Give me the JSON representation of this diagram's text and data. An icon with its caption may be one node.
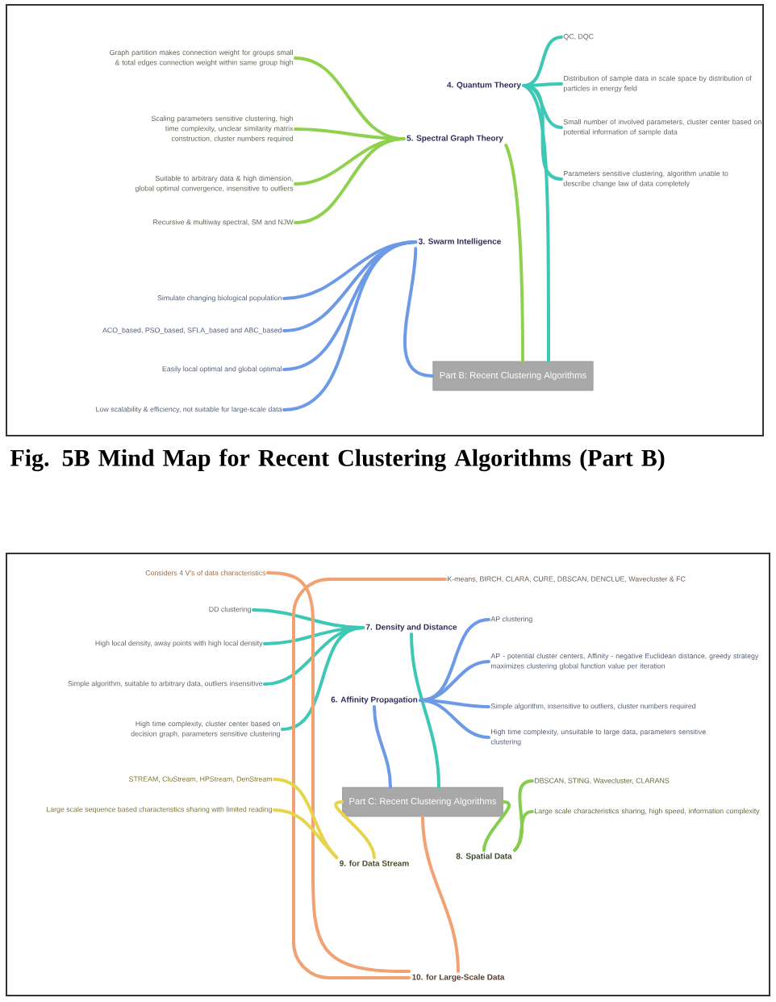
{
  "diagram": {
    "caption": "Fig. 5B Mind Map for Recent Clustering Algorithms (Part B)",
    "nodes": [
      {
        "text": [
          "Part B: Recent Clustering Algorithms"
        ]
      },
      {
        "text": [
          "4. Quantum Theory"
        ]
      },
      {
        "text": [
          "5. Spectral Graph Theory"
        ]
      },
      {
        "text": [
          "3. Swarm Intelligence"
        ]
      },
      {
        "text": [
          "QC, DQC"
        ]
      },
      {
        "text": [
          "Distribution of sample data in scale space by distribution of particles in energy field"
        ]
      },
      {
        "text": [
          "Small number of involved parameters, cluster center based on potential information of sample data"
        ]
      },
      {
        "text": [
          "Parameters sensitive clustering, algorithm unable to describe change law of data completely"
        ]
      },
      {
        "text": [
          "Graph partition makes connection weight for groups small & total edges connection weight within same group high"
        ]
      },
      {
        "text": [
          "Scaling parameters sensitive clustering, high time complexity, unclear similarity matrix construction, cluster numbers required"
        ]
      },
      {
        "text": [
          "Suitable to arbitrary data & high dimension, global optimal convergence, insensitive to outliers"
        ]
      },
      {
        "text": [
          "Recursive & multiway spectral, SM and NJW"
        ]
      },
      {
        "text": [
          "Simulate changing biological population"
        ]
      },
      {
        "text": [
          "ACO_based, PSO_based, SFLA_based and ABC_based"
        ]
      },
      {
        "text": [
          "Easily local optimal and global optimal"
        ]
      },
      {
        "text": [
          "Low scalability & efficiency, not suitable for large-scale data"
        ]
      },
      {
        "text": [
          "Part C: Recent Clustering Algorithms"
        ]
      },
      {
        "text": [
          "7. Density and Distance"
        ]
      },
      {
        "text": [
          "6. Affinity Propagation"
        ]
      },
      {
        "text": [
          "9. for Data Stream"
        ]
      },
      {
        "text": [
          "8. Spatial Data"
        ]
      },
      {
        "text": [
          "10. for Large-Scale Data"
        ]
      },
      {
        "text": [
          "DD clustering"
        ]
      },
      {
        "text": [
          "High local density, away points with high local density"
        ]
      },
      {
        "text": [
          "Simple algorithm, suitable to arbitrary data, outliers insensitive"
        ]
      },
      {
        "text": [
          "High time complexity, cluster center based on decision graph, parameters sensitive clustering"
        ]
      },
      {
        "text": [
          "AP clustering"
        ]
      },
      {
        "text": [
          "AP - potential cluster centers, Affinity - negative Euclidean distance, greedy strategy maximizes clustering global function value per iteration"
        ]
      },
      {
        "text": [
          "Simple algorithm, insensitive to outliers, cluster numbers required"
        ]
      },
      {
        "text": [
          "High time complexity, unsuitable to large data, parameters sensitive clustering"
        ]
      },
      {
        "text": [
          "Considers 4 V's of data characteristics"
        ]
      },
      {
        "text": [
          "K-means, BIRCH, CLARA, CURE, DBSCAN, DENCLUE, Wavecluster & FC"
        ]
      },
      {
        "text": [
          "STREAM, CluStream, HPStream, DenStream"
        ]
      },
      {
        "text": [
          "Large scale sequence based characteristics sharing with limited reading"
        ]
      },
      {
        "text": [
          "DBSCAN, STING, Wavecluster, CLARANS"
        ]
      },
      {
        "text": [
          "Large scale characteristics sharing, high speed, information complexity"
        ]
      }
    ],
    "edges": [
      {
        "from": 0,
        "to": 1,
        "arrow": "none",
        "color": "#3cc8b4"
      },
      {
        "from": 0,
        "to": 2,
        "arrow": "none",
        "color": "#8fd14f"
      },
      {
        "from": 0,
        "to": 3,
        "arrow": "none",
        "color": "#6c9ae6"
      },
      {
        "from": 1,
        "to": 4,
        "arrow": "none",
        "color": "#3cc8b4"
      },
      {
        "from": 1,
        "to": 5,
        "arrow": "none",
        "color": "#3cc8b4"
      },
      {
        "from": 1,
        "to": 6,
        "arrow": "none",
        "color": "#3cc8b4"
      },
      {
        "from": 1,
        "to": 7,
        "arrow": "none",
        "color": "#3cc8b4"
      },
      {
        "from": 2,
        "to": 8,
        "arrow": "none",
        "color": "#8fd14f"
      },
      {
        "from": 2,
        "to": 9,
        "arrow": "none",
        "color": "#8fd14f"
      },
      {
        "from": 2,
        "to": 10,
        "arrow": "none",
        "color": "#8fd14f"
      },
      {
        "from": 2,
        "to": 11,
        "arrow": "none",
        "color": "#8fd14f"
      },
      {
        "from": 3,
        "to": 12,
        "arrow": "none",
        "color": "#6c9ae6"
      },
      {
        "from": 3,
        "to": 13,
        "arrow": "none",
        "color": "#6c9ae6"
      },
      {
        "from": 3,
        "to": 14,
        "arrow": "none",
        "color": "#6c9ae6"
      },
      {
        "from": 3,
        "to": 15,
        "arrow": "none",
        "color": "#6c9ae6"
      },
      {
        "from": 16,
        "to": 17,
        "arrow": "none",
        "color": "#3cc8b4"
      },
      {
        "from": 16,
        "to": 18,
        "arrow": "none",
        "color": "#6c9ae6"
      },
      {
        "from": 16,
        "to": 19,
        "arrow": "none",
        "color": "#e6d54a"
      },
      {
        "from": 16,
        "to": 20,
        "arrow": "none",
        "color": "#86cc4e"
      },
      {
        "from": 16,
        "to": 21,
        "arrow": "none",
        "color": "#f2a272"
      },
      {
        "from": 17,
        "to": 22,
        "arrow": "none",
        "color": "#3cc8b4"
      },
      {
        "from": 17,
        "to": 23,
        "arrow": "none",
        "color": "#3cc8b4"
      },
      {
        "from": 17,
        "to": 24,
        "arrow": "none",
        "color": "#3cc8b4"
      },
      {
        "from": 17,
        "to": 25,
        "arrow": "none",
        "color": "#3cc8b4"
      },
      {
        "from": 18,
        "to": 26,
        "arrow": "none",
        "color": "#6c9ae6"
      },
      {
        "from": 18,
        "to": 27,
        "arrow": "none",
        "color": "#6c9ae6"
      },
      {
        "from": 18,
        "to": 28,
        "arrow": "none",
        "color": "#6c9ae6"
      },
      {
        "from": 18,
        "to": 29,
        "arrow": "none",
        "color": "#6c9ae6"
      },
      {
        "from": 21,
        "to": 30,
        "arrow": "none",
        "color": "#f2a272"
      },
      {
        "from": 21,
        "to": 31,
        "arrow": "none",
        "color": "#f2a272"
      },
      {
        "from": 19,
        "to": 32,
        "arrow": "none",
        "color": "#e6d54a"
      },
      {
        "from": 19,
        "to": 33,
        "arrow": "none",
        "color": "#e6d54a"
      },
      {
        "from": 20,
        "to": 34,
        "arrow": "none",
        "color": "#86cc4e"
      },
      {
        "from": 20,
        "to": 35,
        "arrow": "none",
        "color": "#86cc4e"
      }
    ]
  }
}
